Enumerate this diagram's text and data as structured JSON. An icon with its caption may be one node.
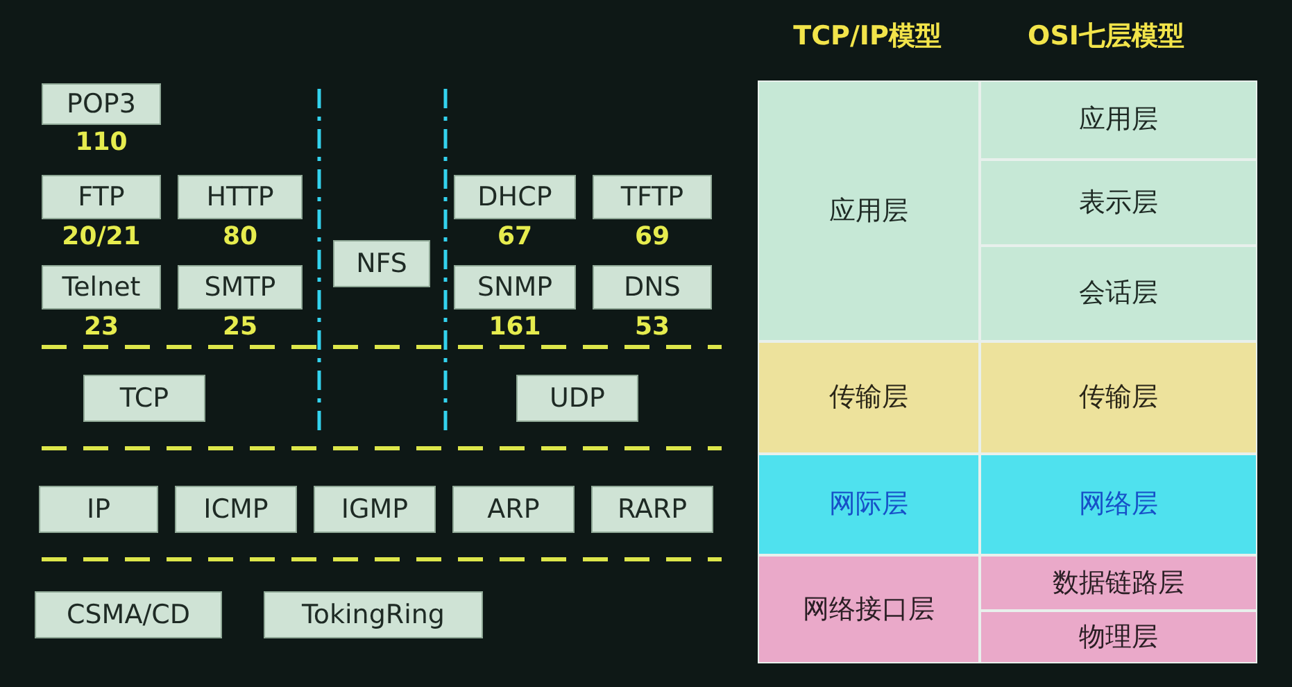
{
  "diagram": {
    "nodes": [
      {
        "text": [
          "POP3"
        ],
        "beside": [
          "110"
        ]
      },
      {
        "text": [
          "FTP"
        ],
        "beside": [
          "20/21"
        ]
      },
      {
        "text": [
          "HTTP"
        ],
        "beside": [
          "80"
        ]
      },
      {
        "text": [
          "NFS"
        ]
      },
      {
        "text": [
          "DHCP"
        ],
        "beside": [
          "67"
        ]
      },
      {
        "text": [
          "TFTP"
        ],
        "beside": [
          "69"
        ]
      },
      {
        "text": [
          "Telnet"
        ],
        "beside": [
          "23"
        ]
      },
      {
        "text": [
          "SMTP"
        ],
        "beside": [
          "25"
        ]
      },
      {
        "text": [
          "SNMP"
        ],
        "beside": [
          "161"
        ]
      },
      {
        "text": [
          "DNS"
        ],
        "beside": [
          "53"
        ]
      },
      {
        "text": [
          "TCP"
        ]
      },
      {
        "text": [
          "UDP"
        ]
      },
      {
        "text": [
          "IP"
        ]
      },
      {
        "text": [
          "ICMP"
        ]
      },
      {
        "text": [
          "IGMP"
        ]
      },
      {
        "text": [
          "ARP"
        ]
      },
      {
        "text": [
          "RARP"
        ]
      },
      {
        "text": [
          "CSMA/CD"
        ]
      },
      {
        "text": [
          "TokingRing"
        ]
      },
      {
        "text": [
          "应用层"
        ]
      },
      {
        "text": [
          "应用层"
        ]
      },
      {
        "text": [
          "表示层"
        ]
      },
      {
        "text": [
          "会话层"
        ]
      },
      {
        "text": [
          "传输层"
        ]
      },
      {
        "text": [
          "传输层"
        ]
      },
      {
        "text": [
          "网际层"
        ]
      },
      {
        "text": [
          "网络层"
        ]
      },
      {
        "text": [
          "网络接口层"
        ]
      },
      {
        "text": [
          "数据链路层"
        ]
      },
      {
        "text": [
          "物理层"
        ]
      }
    ],
    "labels": [
      "TCP/IP模型",
      "OSI七层模型"
    ]
  }
}
